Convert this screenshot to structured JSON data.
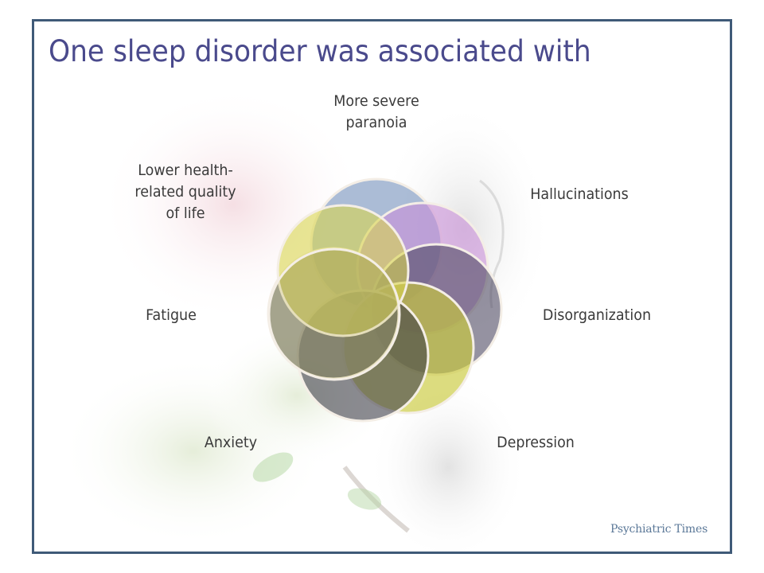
{
  "slide": {
    "title": "One sleep disorder was associated with",
    "brand": "Psychiatric Times",
    "frame_color": "#3f5a78",
    "title_color": "#4a4a8c"
  },
  "diagram": {
    "type": "cycle-of-overlapping-circles",
    "items": [
      {
        "label_line1": "More severe",
        "label_line2": "paranoia",
        "color": "#8fa6c8"
      },
      {
        "label_line1": "Hallucinations",
        "color": "#c98fd9"
      },
      {
        "label_line1": "Disorganization",
        "color": "#5c5870"
      },
      {
        "label_line1": "Depression",
        "color": "#c9c93a"
      },
      {
        "label_line1": "Anxiety",
        "color": "#4a4a52"
      },
      {
        "label_line1": "Fatigue",
        "color": "#54586a"
      },
      {
        "label_line1": "Lower health-",
        "label_line2": "related quality",
        "label_line3": "of life",
        "color": "#d6d44a"
      }
    ]
  }
}
